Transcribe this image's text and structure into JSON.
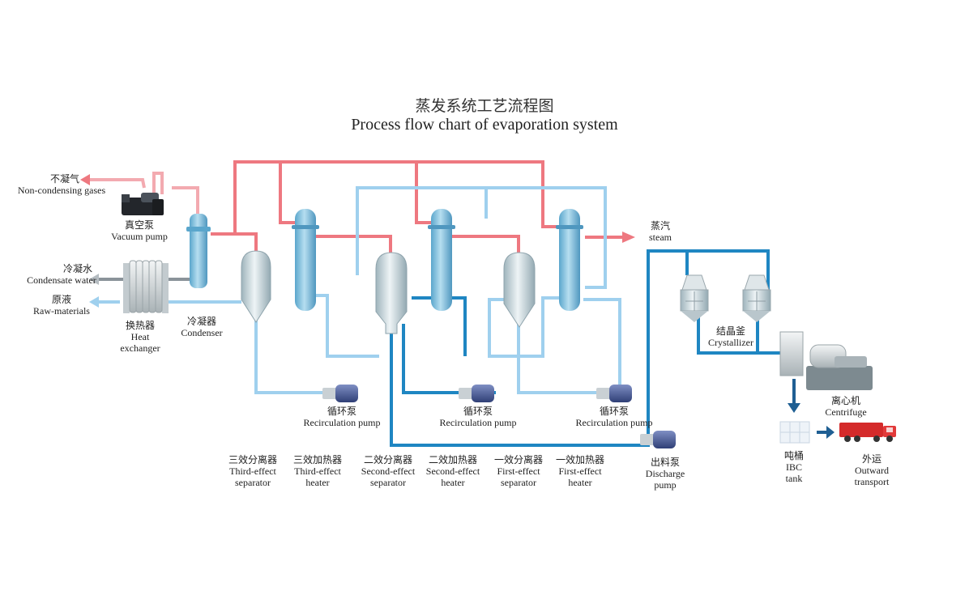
{
  "title": {
    "cn": "蒸发系统工艺流程图",
    "en": "Process flow chart of evaporation system"
  },
  "colors": {
    "steam_line": "#ee7880",
    "steam_line_light": "#f3aab0",
    "cooling_line": "#9fd0ee",
    "product_line": "#1f86c2",
    "vessel": "#7fbfdc",
    "separator": "#c9d8de",
    "pump": "#4a5d9a"
  },
  "inlets": {
    "non_condensing": {
      "cn": "不凝气",
      "en": "Non-condensing gases"
    },
    "condensate": {
      "cn": "冷凝水",
      "en": "Condensate water"
    },
    "raw": {
      "cn": "原液",
      "en": "Raw-materials"
    },
    "steam": {
      "cn": "蒸汽",
      "en": "steam"
    }
  },
  "equipment": {
    "vacuum_pump": {
      "cn": "真空泵",
      "en": "Vacuum pump"
    },
    "heat_exchanger": {
      "cn": "换热器",
      "en1": "Heat",
      "en2": "exchanger"
    },
    "condenser": {
      "cn": "冷凝器",
      "en": "Condenser"
    },
    "recirc_pump_1": {
      "cn": "循环泵",
      "en": "Recirculation pump"
    },
    "recirc_pump_2": {
      "cn": "循环泵",
      "en": "Recirculation pump"
    },
    "recirc_pump_3": {
      "cn": "循环泵",
      "en": "Recirculation pump"
    },
    "third_separator": {
      "cn": "三效分离器",
      "en1": "Third-effect",
      "en2": "separator"
    },
    "third_heater": {
      "cn": "三效加热器",
      "en1": "Third-effect",
      "en2": "heater"
    },
    "second_separator": {
      "cn": "二效分离器",
      "en1": "Second-effect",
      "en2": "separator"
    },
    "second_heater": {
      "cn": "二效加热器",
      "en1": "Second-effect",
      "en2": "heater"
    },
    "first_separator": {
      "cn": "一效分离器",
      "en1": "First-effect",
      "en2": "separator"
    },
    "first_heater": {
      "cn": "一效加热器",
      "en1": "First-effect",
      "en2": "heater"
    },
    "discharge_pump": {
      "cn": "出料泵",
      "en1": "Discharge",
      "en2": "pump"
    },
    "crystallizer": {
      "cn": "结晶釜",
      "en": "Crystallizer"
    },
    "centrifuge": {
      "cn": "离心机",
      "en": "Centrifuge"
    },
    "ibc_tank": {
      "cn": "吨桶",
      "en1": "IBC",
      "en2": "tank"
    },
    "outward": {
      "cn": "外运",
      "en1": "Outward",
      "en2": "transport"
    }
  }
}
